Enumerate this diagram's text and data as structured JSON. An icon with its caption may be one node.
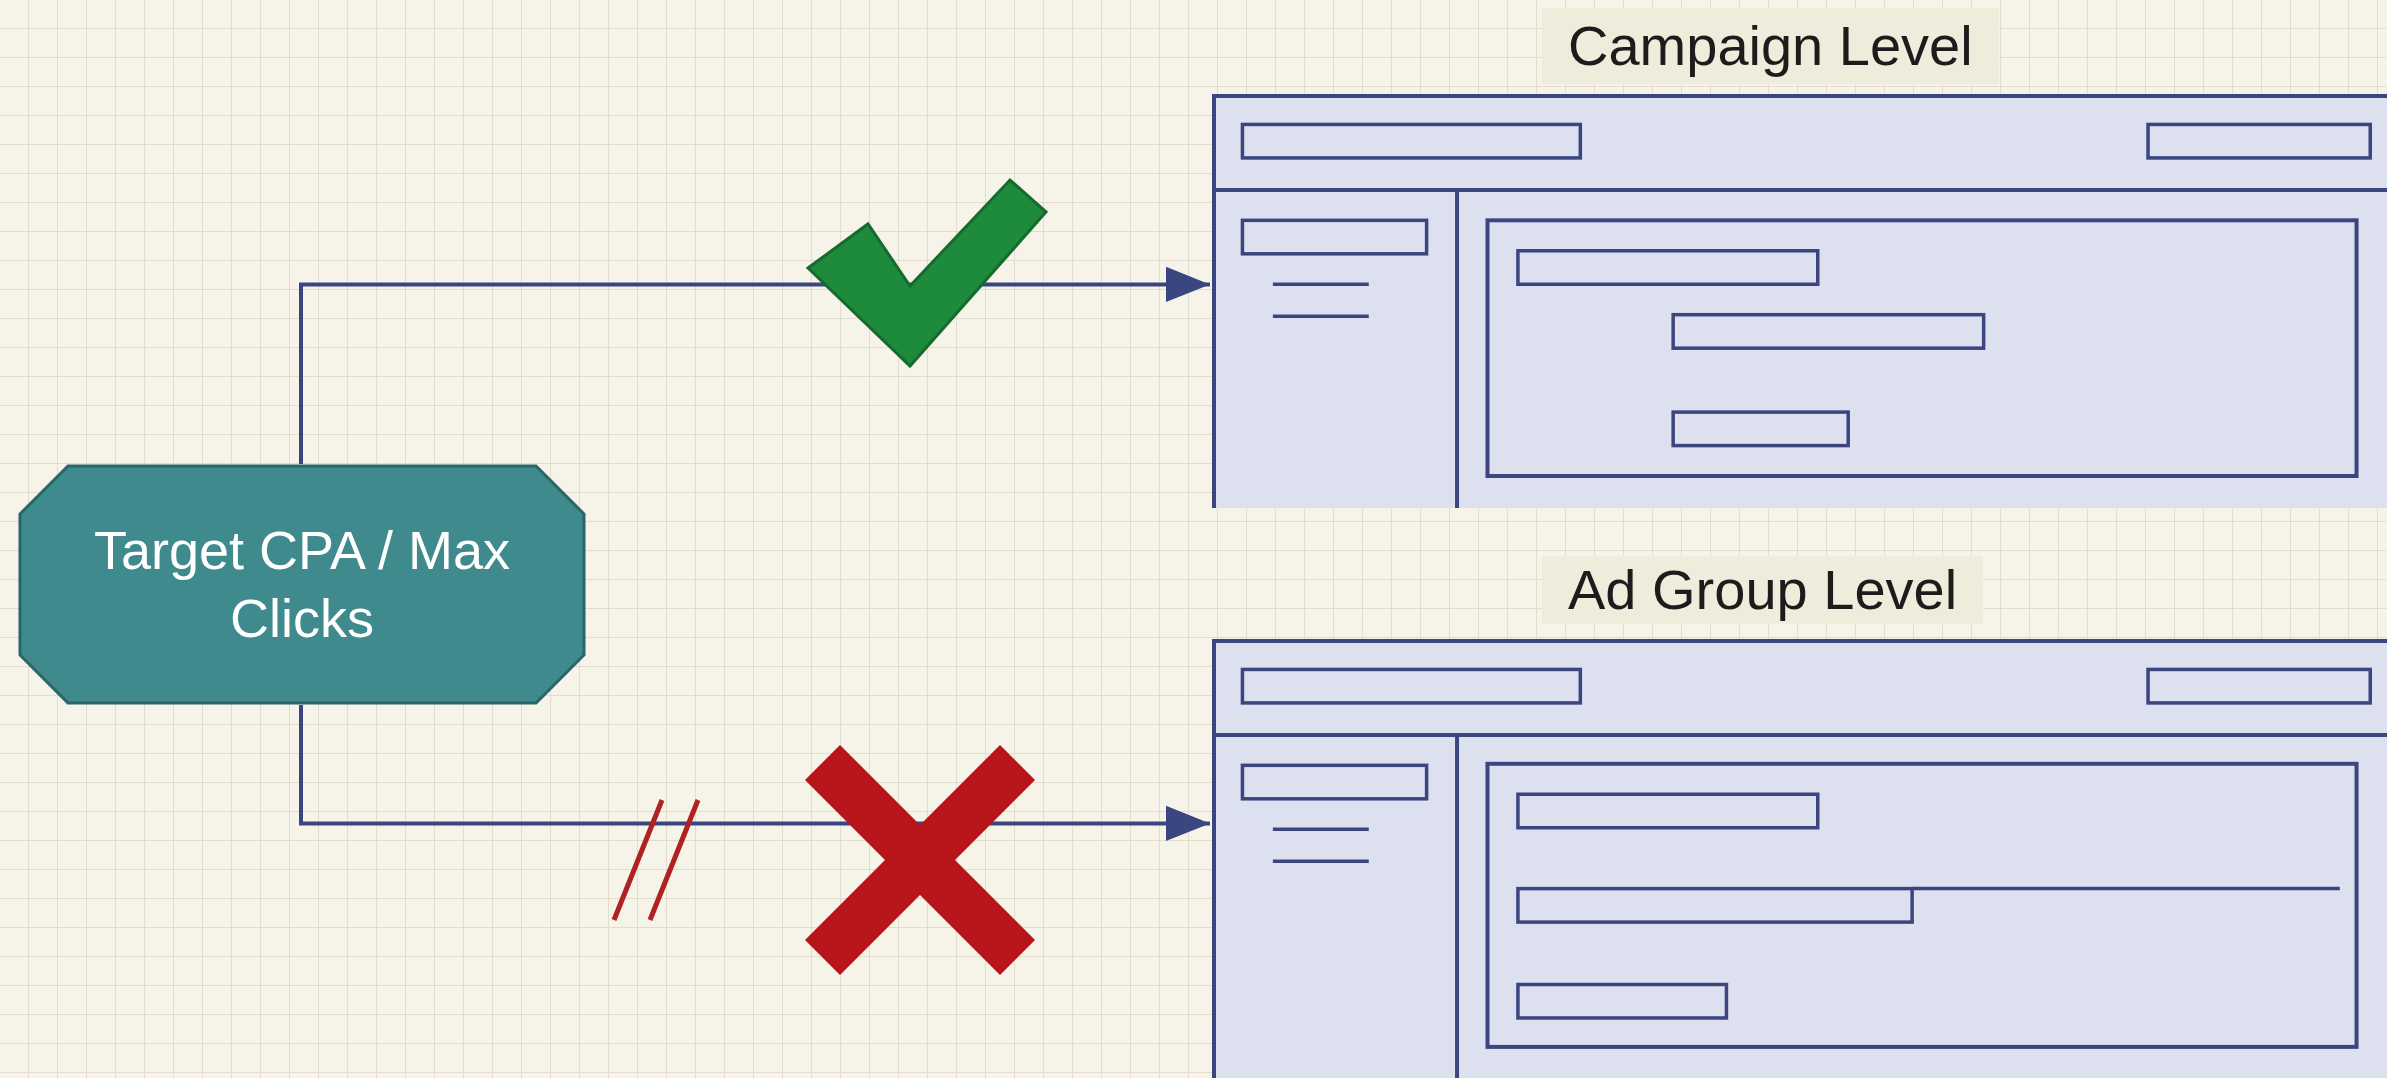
{
  "diagram": {
    "nodes": [
      {
        "text": [
          "Target CPA / Max Clicks"
        ]
      },
      {
        "text": [
          "Campaign Level"
        ]
      },
      {
        "text": [
          "Ad Group Level"
        ]
      }
    ],
    "edges": [
      {
        "from": 0,
        "to": 1,
        "arrow": "to"
      },
      {
        "from": 0,
        "to": 2,
        "arrow": "to"
      }
    ]
  }
}
